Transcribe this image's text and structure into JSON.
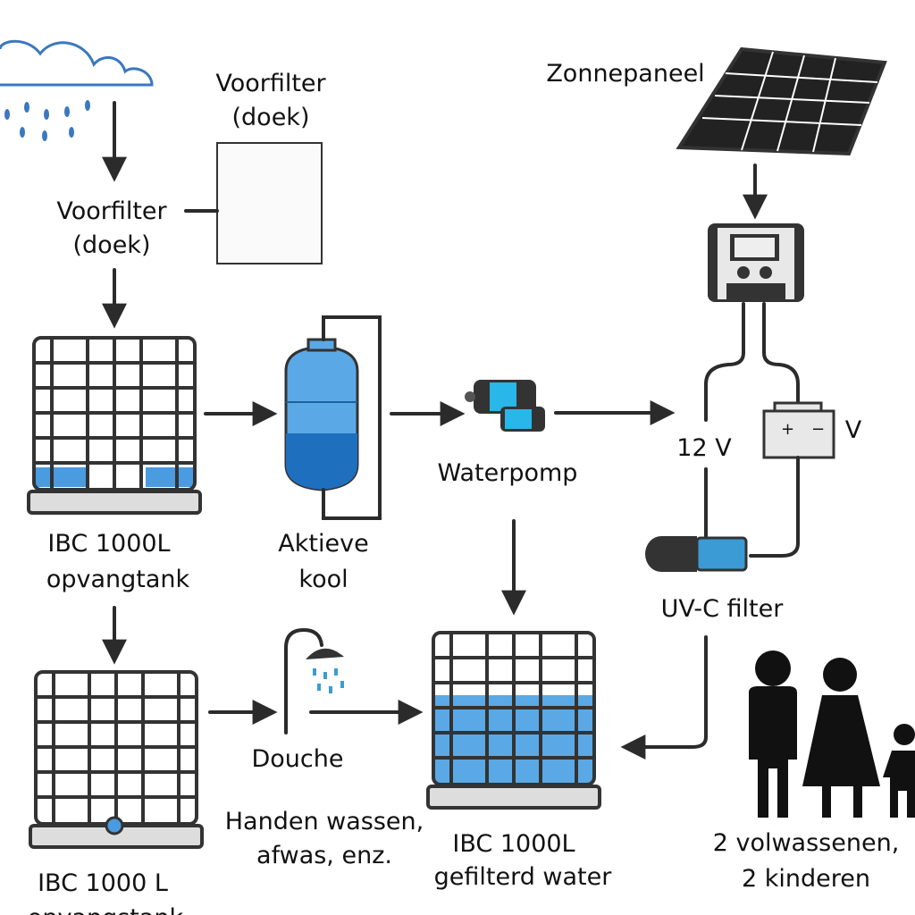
{
  "labels": {
    "prefilter_top_line1": "Voorfilter",
    "prefilter_top_line2": "(doek)",
    "prefilter_left_line1": "Voorfilter",
    "prefilter_left_line2": "(doek)",
    "solar_panel": "Zonnepaneel",
    "ibc_collect_line1": "IBC 1000L",
    "ibc_collect_line2": "opvangtank",
    "carbon_line1": "Aktieve",
    "carbon_line2": "kool",
    "pump": "Waterpomp",
    "voltage": "12 V",
    "battery_v": "V",
    "uvc": "UV-C filter",
    "shower": "Douche",
    "uses_line1": "Handen wassen,",
    "uses_line2": "afwas, enz.",
    "ibc_filtered_line1": "IBC 1000L",
    "ibc_filtered_line2": "gefilterd water",
    "ibc_second_line1": "IBC 1000 L",
    "ibc_second_line2": "opvangstank",
    "family_line1": "2 volwassenen,",
    "family_line2": "2 kinderen"
  },
  "icons": [
    "rain-cloud-icon",
    "cloth-filter-icon",
    "solar-panel-icon",
    "charge-controller-icon",
    "ibc-tank-icon",
    "carbon-filter-icon",
    "water-pump-icon",
    "battery-icon",
    "uv-c-lamp-icon",
    "shower-icon",
    "family-icon"
  ],
  "colors": {
    "water": "#4a9be0",
    "water_dark": "#1f6fbf",
    "line": "#2b2b2b",
    "cloud": "#3a78c0"
  }
}
